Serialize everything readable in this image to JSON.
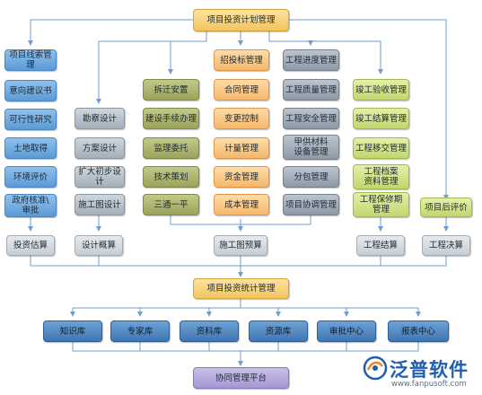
{
  "top": {
    "label": "项目投资计划管理"
  },
  "col1": [
    "项目线索管理",
    "意向建议书",
    "可行性研究",
    "土地取得",
    "环境评价",
    "政府核准\\\n审批"
  ],
  "col2": [
    "勘察设计",
    "方案设计",
    "扩大初步设计",
    "施工图设计"
  ],
  "col3": [
    "拆迁安置",
    "建设手续办理",
    "监理委托",
    "技术策划",
    "三通一平"
  ],
  "col4": [
    "招投标管理",
    "合同管理",
    "变更控制",
    "计量管理",
    "资金管理",
    "成本管理"
  ],
  "col5": [
    "工程进度管理",
    "工程质量管理",
    "工程安全管理",
    "甲供材料\n设备管理",
    "分包管理",
    "项目协调管理"
  ],
  "col6": [
    "竣工验收管理",
    "竣工结算管理",
    "工程移交管理",
    "工程档案\n资料管理",
    "工程保修期\n管理"
  ],
  "post_eval": "项目后评价",
  "bottom_row": [
    "投资估算",
    "设计概算",
    "施工图预算",
    "工程结算",
    "工程决算"
  ],
  "stats": {
    "label": "项目投资统计管理"
  },
  "libraries": [
    "知识库",
    "专家库",
    "资料库",
    "资源库",
    "审批中心",
    "报表中心"
  ],
  "platform": {
    "label": "协同管理平台"
  },
  "brand": {
    "name": "泛普软件",
    "url": "www.fanpusoft.com"
  },
  "colors": {
    "line": "#6f9ed3",
    "brand": "#1f5fae"
  }
}
